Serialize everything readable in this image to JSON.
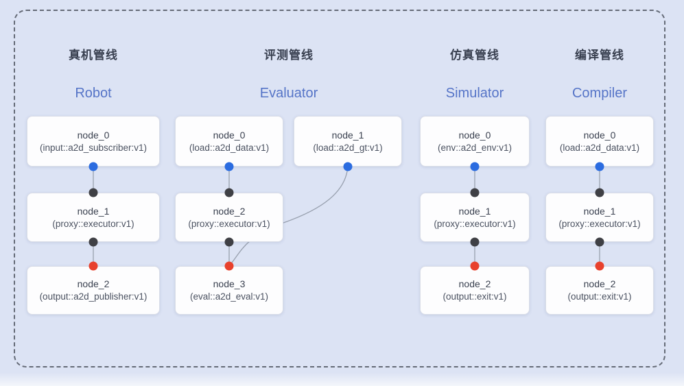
{
  "pipelines": [
    {
      "id": "robot",
      "title_zh": "真机管线",
      "title_en": "Robot",
      "nodes": [
        {
          "name": "node_0",
          "type": "(input::a2d_subscriber:v1)"
        },
        {
          "name": "node_1",
          "type": "(proxy::executor:v1)"
        },
        {
          "name": "node_2",
          "type": "(output::a2d_publisher:v1)"
        }
      ]
    },
    {
      "id": "evaluator",
      "title_zh": "评测管线",
      "title_en": "Evaluator",
      "nodes": [
        {
          "name": "node_0",
          "type": "(load::a2d_data:v1)"
        },
        {
          "name": "node_1",
          "type": "(load::a2d_gt:v1)"
        },
        {
          "name": "node_2",
          "type": "(proxy::executor:v1)"
        },
        {
          "name": "node_3",
          "type": "(eval::a2d_eval:v1)"
        }
      ]
    },
    {
      "id": "simulator",
      "title_zh": "仿真管线",
      "title_en": "Simulator",
      "nodes": [
        {
          "name": "node_0",
          "type": "(env::a2d_env:v1)"
        },
        {
          "name": "node_1",
          "type": "(proxy::executor:v1)"
        },
        {
          "name": "node_2",
          "type": "(output::exit:v1)"
        }
      ]
    },
    {
      "id": "compiler",
      "title_zh": "编译管线",
      "title_en": "Compiler",
      "nodes": [
        {
          "name": "node_0",
          "type": "(load::a2d_data:v1)"
        },
        {
          "name": "node_1",
          "type": "(proxy::executor:v1)"
        },
        {
          "name": "node_2",
          "type": "(output::exit:v1)"
        }
      ]
    }
  ],
  "colors": {
    "background": "#dce3f4",
    "frame_dash": "#646a76",
    "title_en": "#5574c7",
    "title_zh": "#394050",
    "card_background": "#fdfdfe",
    "edge": "#98a0ae",
    "port_input": "#2b6ce0",
    "port_internal": "#3f4045",
    "port_output": "#e8412d"
  }
}
